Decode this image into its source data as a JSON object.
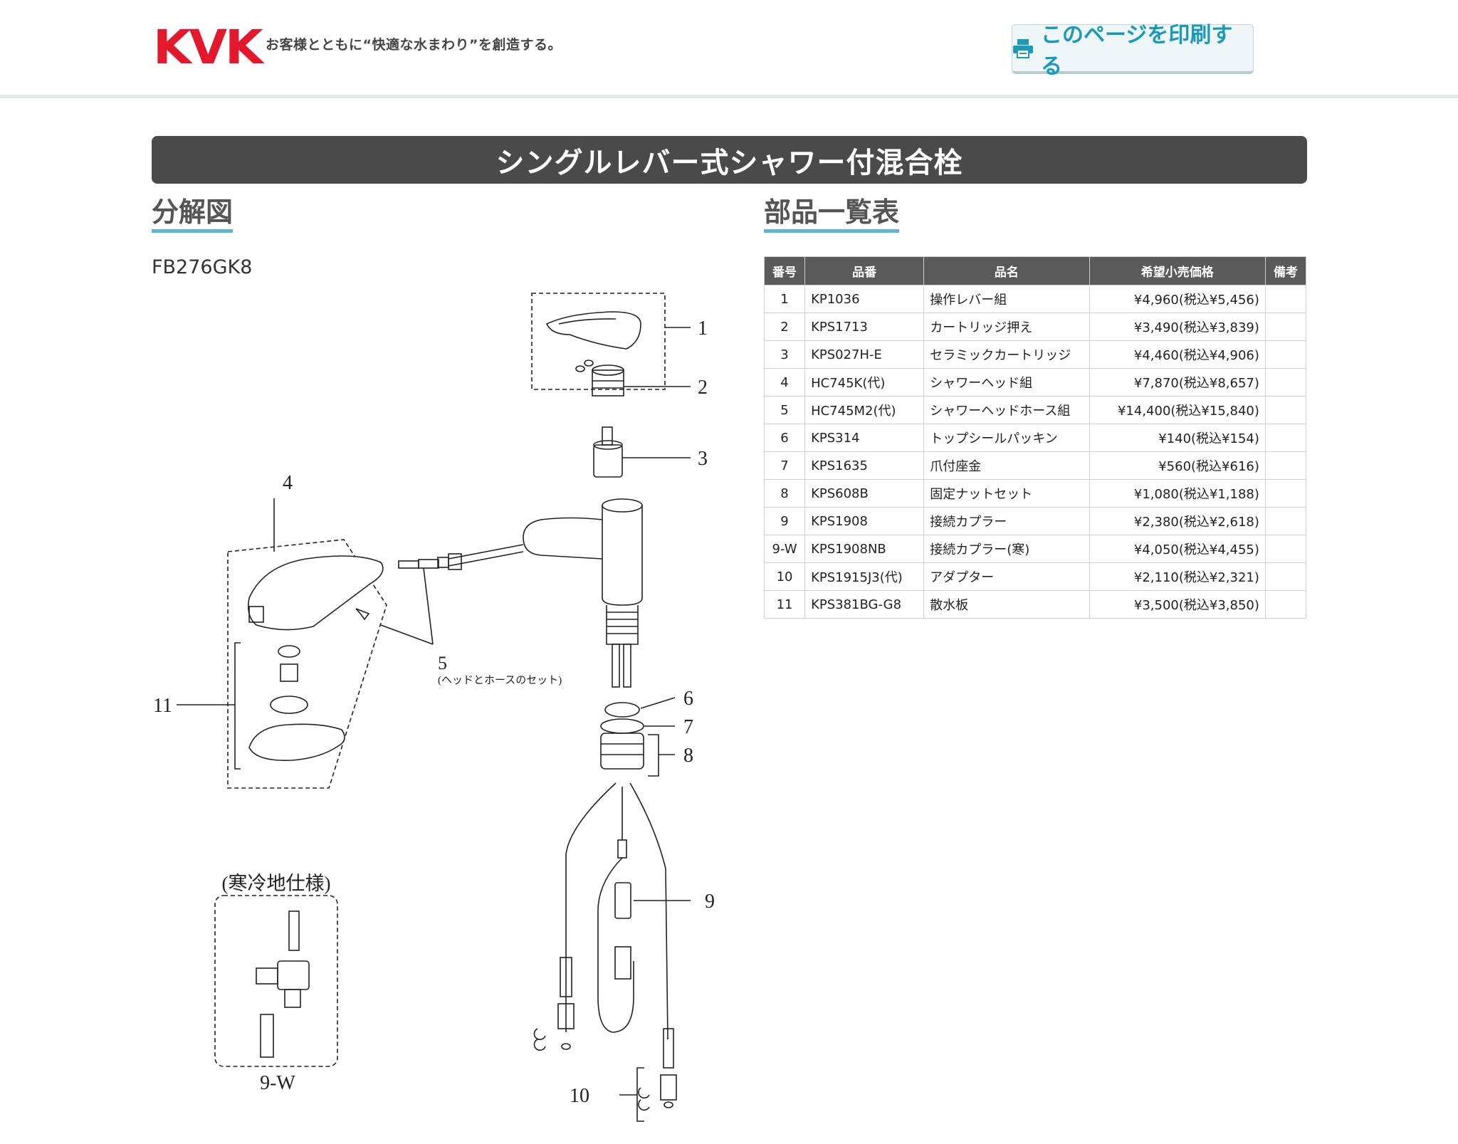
{
  "header": {
    "logo_text": "KVK",
    "tagline": "お客様とともに“快適な水まわり”を創造する。",
    "print_button_label": "このページを印刷する",
    "print_icon": "printer-icon"
  },
  "page_title": "シングルレバー式シャワー付混合栓",
  "exploded_view": {
    "heading": "分解図",
    "model_number": "FB276GK8",
    "callouts": [
      "1",
      "2",
      "3",
      "4",
      "5",
      "6",
      "7",
      "8",
      "9",
      "10",
      "11",
      "9-W"
    ],
    "note_5": "(ヘッドとホースのセット)",
    "cold_region_label": "(寒冷地仕様)"
  },
  "parts_list": {
    "heading": "部品一覧表",
    "columns": [
      "番号",
      "品番",
      "品名",
      "希望小売価格",
      "備考"
    ],
    "rows": [
      {
        "no": "1",
        "code": "KP1036",
        "name": "操作レバー組",
        "price": "¥4,960(税込¥5,456)",
        "note": ""
      },
      {
        "no": "2",
        "code": "KPS1713",
        "name": "カートリッジ押え",
        "price": "¥3,490(税込¥3,839)",
        "note": ""
      },
      {
        "no": "3",
        "code": "KPS027H-E",
        "name": "セラミックカートリッジ",
        "price": "¥4,460(税込¥4,906)",
        "note": ""
      },
      {
        "no": "4",
        "code": "HC745K(代)",
        "name": "シャワーヘッド組",
        "price": "¥7,870(税込¥8,657)",
        "note": ""
      },
      {
        "no": "5",
        "code": "HC745M2(代)",
        "name": "シャワーヘッドホース組",
        "price": "¥14,400(税込¥15,840)",
        "note": ""
      },
      {
        "no": "6",
        "code": "KPS314",
        "name": "トップシールパッキン",
        "price": "¥140(税込¥154)",
        "note": ""
      },
      {
        "no": "7",
        "code": "KPS1635",
        "name": "爪付座金",
        "price": "¥560(税込¥616)",
        "note": ""
      },
      {
        "no": "8",
        "code": "KPS608B",
        "name": "固定ナットセット",
        "price": "¥1,080(税込¥1,188)",
        "note": ""
      },
      {
        "no": "9",
        "code": "KPS1908",
        "name": "接続カプラー",
        "price": "¥2,380(税込¥2,618)",
        "note": ""
      },
      {
        "no": "9-W",
        "code": "KPS1908NB",
        "name": "接続カプラー(寒)",
        "price": "¥4,050(税込¥4,455)",
        "note": ""
      },
      {
        "no": "10",
        "code": "KPS1915J3(代)",
        "name": "アダプター",
        "price": "¥2,110(税込¥2,321)",
        "note": ""
      },
      {
        "no": "11",
        "code": "KPS381BG-G8",
        "name": "散水板",
        "price": "¥3,500(税込¥3,850)",
        "note": ""
      }
    ]
  },
  "colors": {
    "brand_red": "#e3182d",
    "accent_blue": "#1a9ab9",
    "title_bar": "#4a4a4a",
    "heading_underline": "#5bb7d2"
  }
}
